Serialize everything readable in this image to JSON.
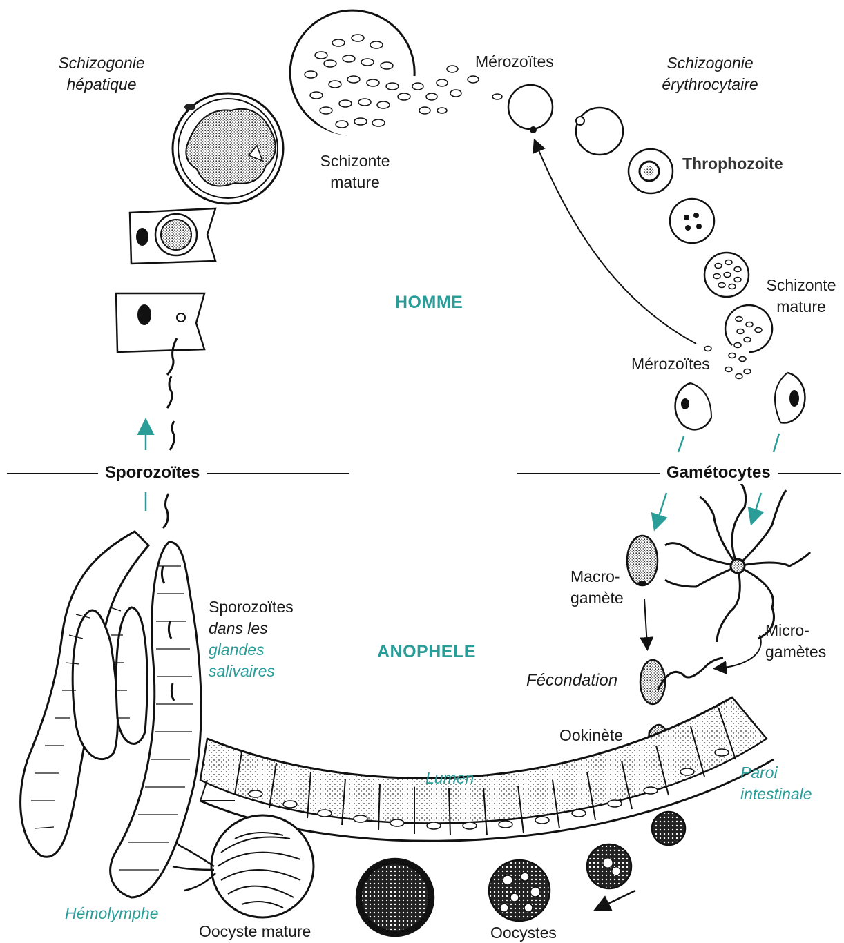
{
  "domains": {
    "human": "HOMME",
    "mosquito": "ANOPHELE"
  },
  "boundary": {
    "left": "Sporozoïtes",
    "right": "Gamétocytes"
  },
  "human_stages": {
    "liver_phase_1": "Schizogonie",
    "liver_phase_2": "hépatique",
    "liver_schizont_1": "Schizonte",
    "liver_schizont_2": "mature",
    "merozoites_top": "Mérozoïtes",
    "blood_phase_1": "Schizogonie",
    "blood_phase_2": "érythrocytaire",
    "trophozoite": "Throphozoite",
    "blood_schizont_1": "Schizonte",
    "blood_schizont_2": "mature",
    "merozoites_right": "Mérozoïtes"
  },
  "mosquito_stages": {
    "salivary_1": "Sporozoïtes",
    "salivary_2": "dans les",
    "salivary_3": "glandes",
    "salivary_4": "salivaires",
    "macrogamete_1": "Macro-",
    "macrogamete_2": "gamète",
    "microgametes_1": "Micro-",
    "microgametes_2": "gamètes",
    "fertilization": "Fécondation",
    "ookinete": "Ookinète",
    "lumen": "Lumen",
    "gut_wall_1": "Paroi",
    "gut_wall_2": "intestinale",
    "hemolymph": "Hémolymphe",
    "mature_oocyst": "Oocyste mature",
    "oocysts": "Oocystes"
  },
  "colors": {
    "accent": "#2a9d98",
    "ink": "#1a1a1a"
  }
}
